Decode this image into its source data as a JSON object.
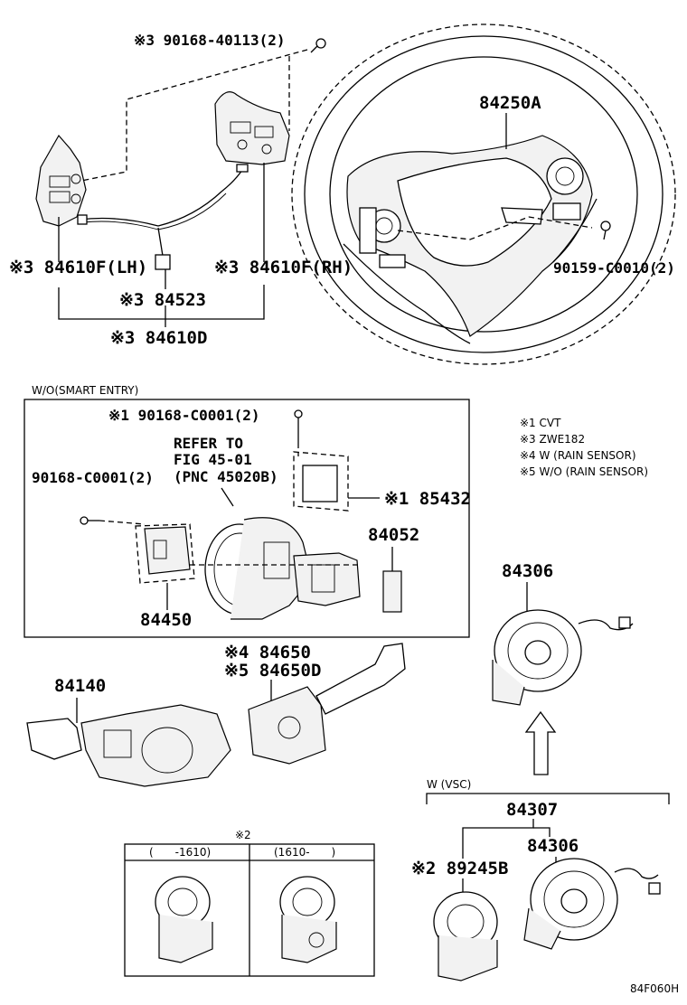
{
  "labels": {
    "screw_top": "※3 90168-40113(2)",
    "wheel_assy": "84250A",
    "screw_right": "90159-C0010(2)",
    "sw_lh": "※3 84610F(LH)",
    "sw_rh": "※3 84610F(RH)",
    "wire": "※3 84523",
    "sw_set": "※3 84610D",
    "box_title": "W/O(SMART ENTRY)",
    "screw_box_top": "※1 90168-C0001(2)",
    "screw_box_left": "90168-C0001(2)",
    "refer_1": "REFER TO",
    "refer_2": "FIG 45-01",
    "refer_3": "(PNC 45020B)",
    "sensor": "※1 85432",
    "clip": "84052",
    "bracket": "84450",
    "wiper_a": "※4 84650",
    "wiper_b": "※5 84650D",
    "turn_sw": "84140",
    "spiral_top": "84306",
    "vsc_title": "W (VSC)",
    "spiral_set": "84307",
    "steer_sensor": "※2 89245B",
    "spiral_bottom": "84306",
    "note2_mark": "※2",
    "variant_a": "(　　-1610)",
    "variant_b": "(1610-　　)",
    "fig_code": "84F060H"
  },
  "legend": [
    "※1 CVT",
    "※3 ZWE182",
    "※4 W (RAIN SENSOR)",
    "※5 W/O (RAIN SENSOR)"
  ]
}
